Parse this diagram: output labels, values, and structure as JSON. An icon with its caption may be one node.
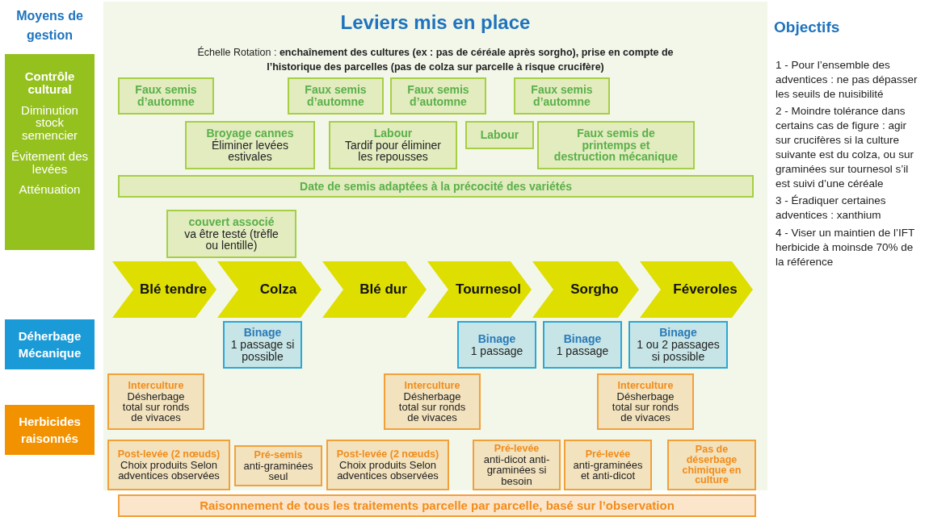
{
  "diagram": {
    "nodes": [
      {
        "text": [
          "Leviers mis en place",
          "Échelle Rotation : **enchaînement des cultures (ex : pas de céréale après sorgho), prise en compte de l’historique des parcelles (pas de colza sur parcelle à risque crucifère)**"
        ]
      },
      {
        "text": [
          "Faux semis d’automne"
        ],
        "in": 0
      },
      {
        "text": [
          "Faux semis d’automne"
        ],
        "in": 0
      },
      {
        "text": [
          "Faux semis d’automne"
        ],
        "in": 0
      },
      {
        "text": [
          "Faux semis d’automne"
        ],
        "in": 0
      },
      {
        "text": [
          "Broyage cannes",
          "Éliminer levées estivales"
        ],
        "in": 0
      },
      {
        "text": [
          "Labour",
          "Tardif pour éliminer les repousses"
        ],
        "in": 0
      },
      {
        "text": [
          "Labour"
        ],
        "in": 0
      },
      {
        "text": [
          "Faux semis de printemps et destruction mécanique"
        ],
        "in": 0
      },
      {
        "text": [
          "Date de semis adaptées à la précocité des variétés"
        ],
        "in": 0
      },
      {
        "text": [
          "couvert associé",
          "va être testé (trèfle ou lentille)"
        ],
        "in": 0
      },
      {
        "text": [
          "Blé tendre"
        ],
        "in": 0
      },
      {
        "text": [
          "Colza"
        ],
        "in": 0
      },
      {
        "text": [
          "Blé dur"
        ],
        "in": 0
      },
      {
        "text": [
          "Tournesol"
        ],
        "in": 0
      },
      {
        "text": [
          "Sorgho"
        ],
        "in": 0
      },
      {
        "text": [
          "Féveroles"
        ],
        "in": 0
      },
      {
        "text": [
          "Binage",
          "1 passage si possible"
        ],
        "in": 0
      },
      {
        "text": [
          "Binage",
          "1 passage"
        ],
        "in": 0
      },
      {
        "text": [
          "Binage",
          "1 passage"
        ],
        "in": 0
      },
      {
        "text": [
          "Binage",
          "1 ou 2 passages si possible"
        ],
        "in": 0
      },
      {
        "text": [
          "Interculture",
          "Désherbage total sur ronds de vivaces"
        ],
        "in": 0
      },
      {
        "text": [
          "Interculture",
          "Désherbage total sur ronds de vivaces"
        ],
        "in": 0
      },
      {
        "text": [
          "Interculture",
          "Désherbage total sur ronds de vivaces"
        ],
        "in": 0
      },
      {
        "text": [
          "Post-levée (2 nœuds)",
          "Choix produits Selon adventices observées"
        ],
        "in": 0
      },
      {
        "text": [
          "Pré-semis",
          "anti-graminées seul"
        ],
        "in": 0
      },
      {
        "text": [
          "Post-levée (2 nœuds)",
          "Choix produits Selon adventices observées"
        ],
        "in": 0
      },
      {
        "text": [
          "Pré-levée",
          "anti-dicot anti-graminées si besoin"
        ],
        "in": 0
      },
      {
        "text": [
          "Pré-levée",
          "anti-graminées et anti-dicot"
        ],
        "in": 0
      },
      {
        "text": [
          "Pas de déserbage chimique en culture"
        ],
        "in": 0
      },
      {
        "text": [
          "Raisonnement de tous les traitements parcelle par parcelle, basé sur l’observation"
        ]
      },
      {
        "text": [
          "Contrôle cultural",
          "Diminution stock semencier",
          "Évitement des levées",
          "Atténuation"
        ]
      },
      {
        "text": [
          "Déherbage Mécanique"
        ]
      },
      {
        "text": [
          "Herbicides raisonnés"
        ]
      }
    ],
    "labels": [
      "Moyens de gestion",
      "Objectifs",
      "1 - Pour l’ensemble des adventices : ne pas dépasser les seuils de nuisibilité",
      "2 - Moindre tolérance dans certains cas de figure : agir sur crucifères si la culture suivante est du colza, ou sur graminées sur tournesol s’il est suivi d’une céréale",
      "3 - Éradiquer certaines adventices : xanthium",
      "4 - Viser un maintien de l’IFT herbicide à moinsde 70% de la référence"
    ]
  }
}
